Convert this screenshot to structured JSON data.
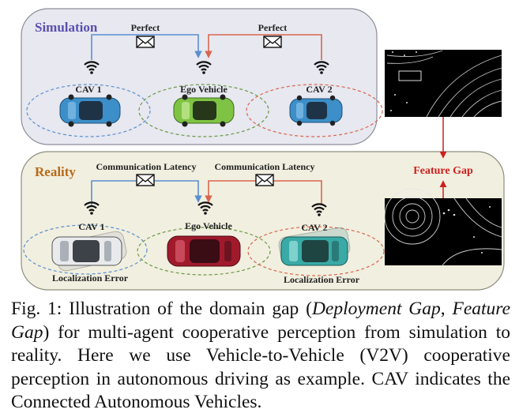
{
  "sim_panel": {
    "title": "Simulation",
    "msg_left": "Perfect",
    "msg_right": "Perfect",
    "cav1": "CAV 1",
    "ego": "Ego Vehicle",
    "cav2": "CAV 2"
  },
  "real_panel": {
    "title": "Reality",
    "msg_left": "Communication Latency",
    "msg_right": "Communication Latency",
    "cav1": "CAV 1",
    "ego": "Ego Vehicle",
    "cav2": "CAV 2",
    "loc_err_left": "Localization Error",
    "loc_err_right": "Localization Error"
  },
  "feature_gap": "Feature Gap",
  "caption": {
    "t1": "Fig. 1: Illustration of the domain gap (",
    "e1": "Deployment Gap",
    "t2": ", ",
    "e2": "Feature Gap",
    "t3": ") for multi-agent cooperative perception from simulation to reality. Here we use Vehicle-to-Vehicle (V2V) cooperative perception in autonomous driving as example. CAV indicates the Connected Autonomous Vehicles."
  },
  "colors": {
    "sim_bg": "#e7e8f0",
    "real_bg": "#f1efdf",
    "sim_title": "#5a4fb0",
    "real_title": "#b86a1a",
    "blue_link": "#5b8fd0",
    "red_link": "#d8664f",
    "feature_gap": "#cc1f1f",
    "car_blue": "#3c8fc8",
    "car_green": "#7fc344",
    "car_red": "#a01a2c",
    "car_teal": "#39aaa6"
  }
}
